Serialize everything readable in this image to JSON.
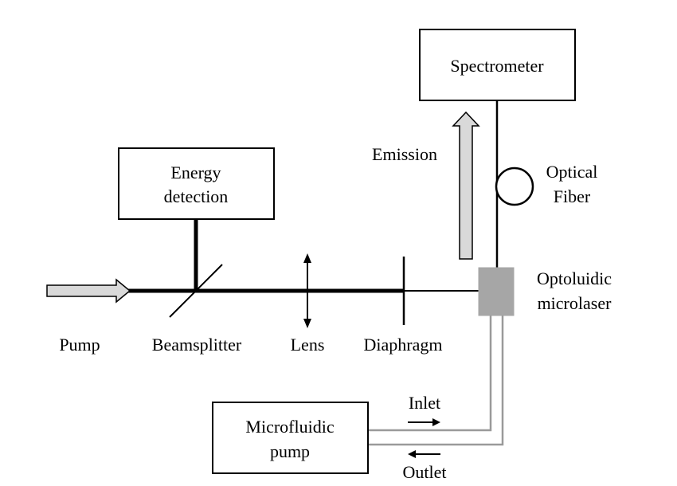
{
  "labels": {
    "spectrometer": "Spectrometer",
    "energy_line1": "Energy",
    "energy_line2": "detection",
    "emission": "Emission",
    "optical_line1": "Optical",
    "optical_line2": "Fiber",
    "opto_line1": "Optoluidic",
    "opto_line2": "microlaser",
    "pump": "Pump",
    "beamsplitter": "Beamsplitter",
    "lens": "Lens",
    "diaphragm": "Diaphragm",
    "micro_line1": "Microfluidic",
    "micro_line2": "pump",
    "inlet": "Inlet",
    "outlet": "Outlet"
  },
  "colors": {
    "line": "#000000",
    "arrow_fill": "#d9d9d9",
    "microlaser_fill": "#a6a6a6",
    "tube": "#9a9a9a"
  }
}
